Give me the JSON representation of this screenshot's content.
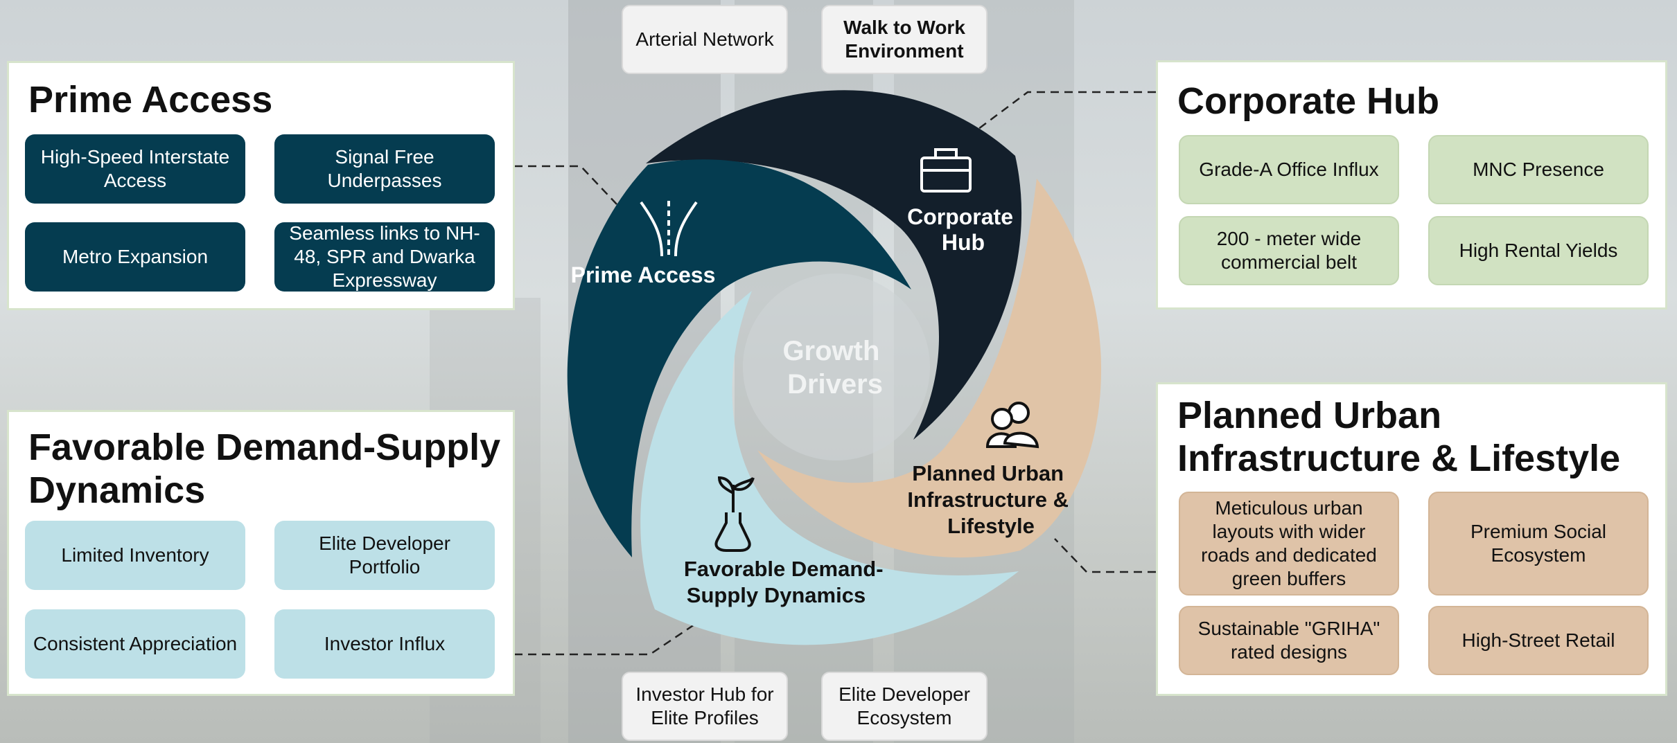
{
  "top_tags": [
    "Arterial Network",
    "Walk to Work Environment"
  ],
  "bottom_tags": [
    "Investor Hub for Elite Profiles",
    "Elite Developer Ecosystem"
  ],
  "center_label": [
    "Growth",
    "Drivers"
  ],
  "segments": {
    "prime_access": {
      "label": "Prime Access",
      "icon": "road-icon",
      "color": "#053c50"
    },
    "corporate_hub": {
      "label_lines": [
        "Corporate",
        "Hub"
      ],
      "icon": "briefcase-icon",
      "color": "#131f2b"
    },
    "urban": {
      "label_lines": [
        "Planned Urban",
        "Infrastructure &",
        "Lifestyle"
      ],
      "icon": "people-icon",
      "color": "#e0c4a7"
    },
    "demand": {
      "label_lines": [
        "Favorable Demand-",
        "Supply Dynamics"
      ],
      "icon": "plant-flask-icon",
      "color": "#bde0e7"
    }
  },
  "panels": {
    "prime_access": {
      "title": "Prime Access",
      "items": [
        "High-Speed Interstate Access",
        "Signal Free Underpasses",
        "Metro Expansion",
        "Seamless links to NH-48, SPR and Dwarka Expressway"
      ]
    },
    "corporate_hub": {
      "title": "Corporate Hub",
      "items": [
        "Grade-A Office Influx",
        "MNC Presence",
        "200 - meter wide commercial belt",
        "High Rental Yields"
      ]
    },
    "demand": {
      "title": "Favorable Demand-Supply Dynamics",
      "items": [
        "Limited Inventory",
        "Elite Developer Portfolio",
        "Consistent Appreciation",
        "Investor Influx"
      ]
    },
    "urban": {
      "title": "Planned Urban Infrastructure & Lifestyle",
      "items": [
        "Meticulous urban layouts with wider roads and dedicated green buffers",
        "Premium Social Ecosystem",
        "Sustainable \"GRIHA\" rated designs",
        "High-Street Retail"
      ]
    }
  }
}
